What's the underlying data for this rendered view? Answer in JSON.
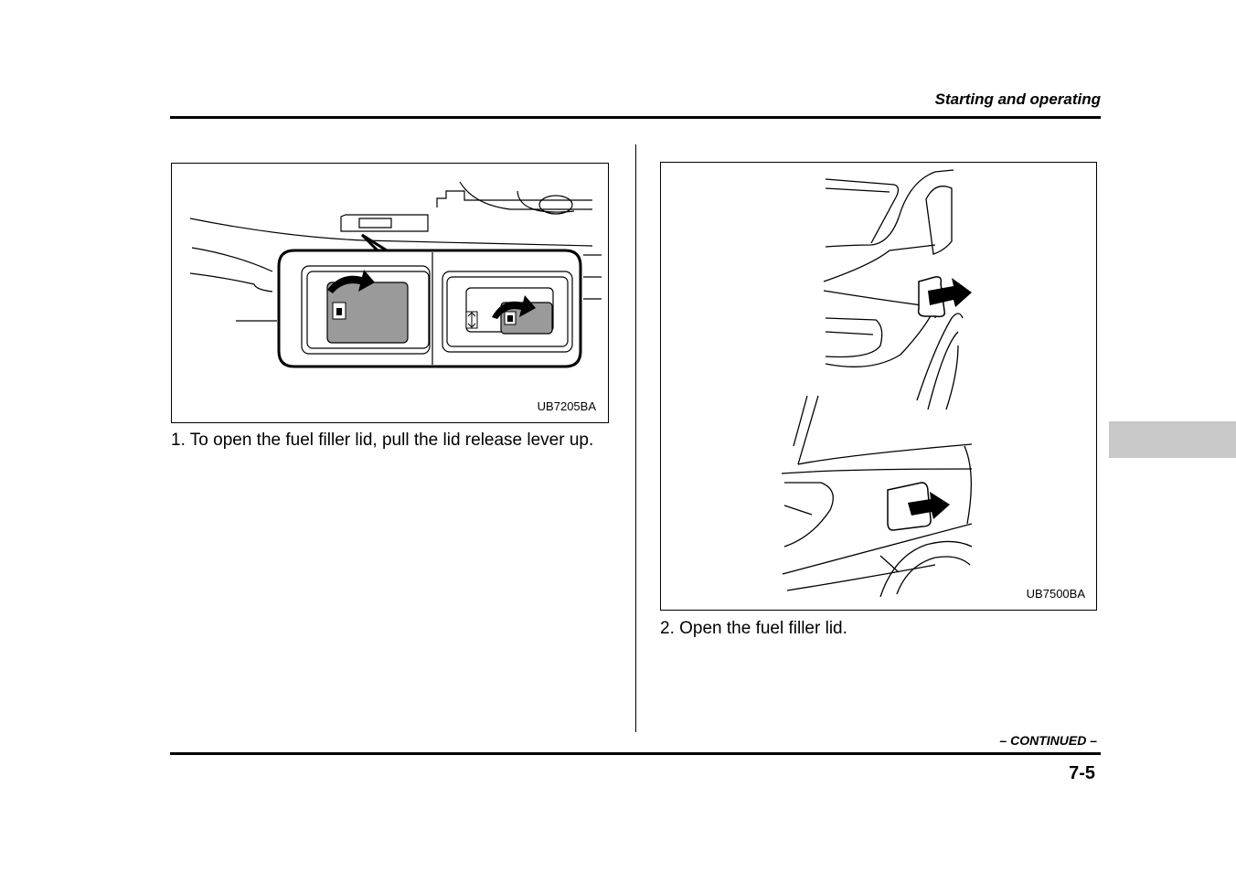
{
  "header": {
    "section_title": "Starting and operating"
  },
  "figures": [
    {
      "code": "UB7205BA",
      "caption": "1.  To open the fuel filler lid, pull the lid release lever up."
    },
    {
      "code": "UB7500BA",
      "caption": "2.  Open the fuel filler lid."
    }
  ],
  "footer": {
    "continued": "– CONTINUED –",
    "page_number": "7-5"
  },
  "icons": [
    "fuel-pump-icon",
    "arrow-icon"
  ]
}
